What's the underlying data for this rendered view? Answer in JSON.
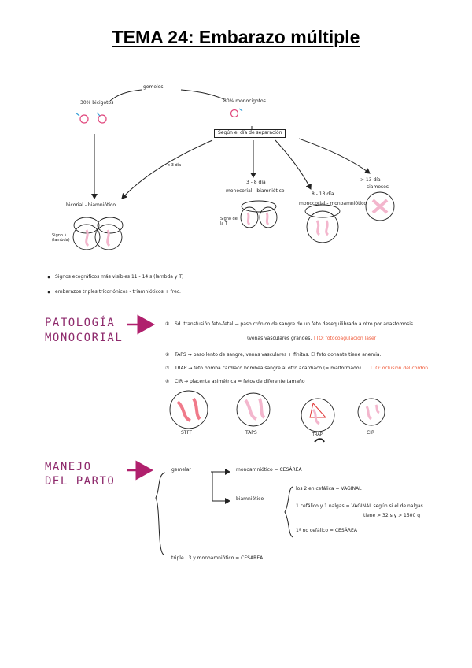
{
  "page": {
    "title": "TEMA 24: Embarazo múltiple"
  },
  "tree": {
    "root": "gemelos",
    "bicigotos": "30% bicigotos",
    "monocigotos": "80% monocigotos",
    "depends": "Según el día de separación",
    "bicorial_label": "bicorial - biamniótico",
    "lambda_note": "Signo λ (lambda)",
    "arrow_a": "< 3 día",
    "branch_b": "3 - 8 día",
    "branch_b_type": "monocorial - biamniótico",
    "t_note": "Signo de la T",
    "branch_c": "8 - 13 día",
    "branch_c_type": "monocorial - monoamniótico",
    "branch_d": "> 13 día",
    "branch_d_type": "siameses"
  },
  "bullets": [
    "Signos ecográficos más visibles 11 - 14 s (lambda y T)",
    "embarazos triples trícoriónicos - triamnióticos + frec."
  ],
  "pathology": {
    "heading_line1": "PATOLOGÍA",
    "heading_line2": "MONOCORIAL",
    "item1_num": "①",
    "item1": "Sd. transfusión feto-fetal → paso crónico de sangre de un feto desequilibrado a otro por anastomosis",
    "item1_cont": "(venas vasculares grandes.",
    "item1_tto": "TTO: fotocoagulación láser",
    "item2_num": "②",
    "item2": "TAPS → paso lento de sangre, venas vasculares + finitas. El feto donante tiene anemia.",
    "item3_num": "③",
    "item3": "TRAP → feto bomba cardíaco bombea sangre al otro acardiaco (= malformado).",
    "item3_tto": "TTO: oclusión del cordón.",
    "item4_num": "④",
    "item4": "CIR → placenta asimétrica = fetos de diferente tamaño",
    "captions": [
      "STFF",
      "TAPS",
      "TRAP",
      "CIR"
    ]
  },
  "delivery": {
    "heading_line1": "MANEJO",
    "heading_line2": "DEL PARTO",
    "gemelar": "gemelar",
    "monoamniotico": "monoamniótico = CESÁREA",
    "biamniotico": "biamniótico",
    "opt1": "los 2 en cefálica = VAGINAL",
    "opt2": "1 cefálico y 1 nalgas = VAGINAL según si el de nalgas",
    "opt2_cont": "tiene > 32 s y > 1500 g",
    "opt3": "1º no cefálico = CESÁREA",
    "triple": "triple : 3 y monoamniótico = CESÁREA"
  },
  "colors": {
    "heading": "#8e2a6c",
    "arrow": "#b0206d",
    "pink_circle": "#e0457b",
    "blue_dash": "#3aa0d8",
    "tto": "#f05a3a",
    "fetus": "#f3b6cd"
  }
}
